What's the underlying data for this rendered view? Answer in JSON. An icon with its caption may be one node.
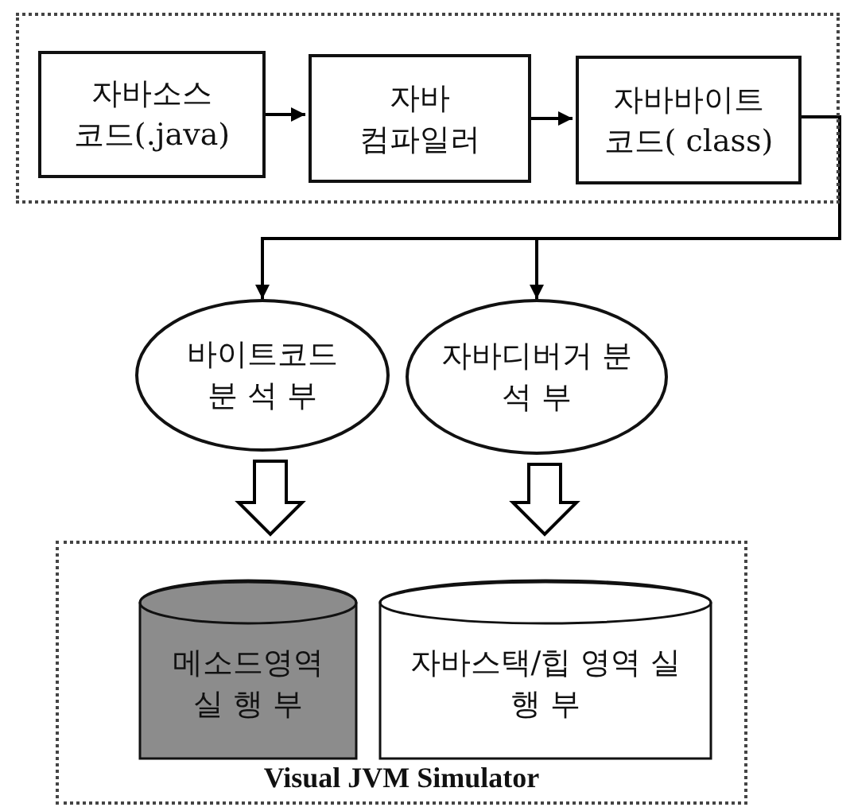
{
  "diagram": {
    "nodes": [
      {
        "text": [],
        "shape": "box"
      },
      {
        "text": [
          "자바소스 코드(.java)"
        ],
        "in": 0
      },
      {
        "text": [
          "자바 컴파일러"
        ],
        "in": 0
      },
      {
        "text": [
          "자바바이트 코드( class)"
        ],
        "in": 0
      },
      {
        "text": [
          "바이트코드 분 석 부"
        ]
      },
      {
        "text": [
          "자바디버거 분 석 부"
        ]
      },
      {
        "text": [
          "Visual JVM Simulator"
        ]
      },
      {
        "text": [
          "메소드영역 실 행 부"
        ],
        "in": 6
      },
      {
        "text": [
          "자바스택/힙 영역 실 행 부"
        ],
        "in": 6
      }
    ],
    "edges": [
      {
        "from": 1,
        "to": 2,
        "arrow": "to"
      },
      {
        "from": 2,
        "to": 3,
        "arrow": "to"
      },
      {
        "from": 3,
        "to": 4,
        "arrow": "to"
      },
      {
        "from": 3,
        "to": 5,
        "arrow": "to"
      },
      {
        "from": 4,
        "to": 7,
        "arrow": "to",
        "style": "thick"
      },
      {
        "from": 5,
        "to": 8,
        "arrow": "to",
        "style": "thick"
      }
    ]
  }
}
